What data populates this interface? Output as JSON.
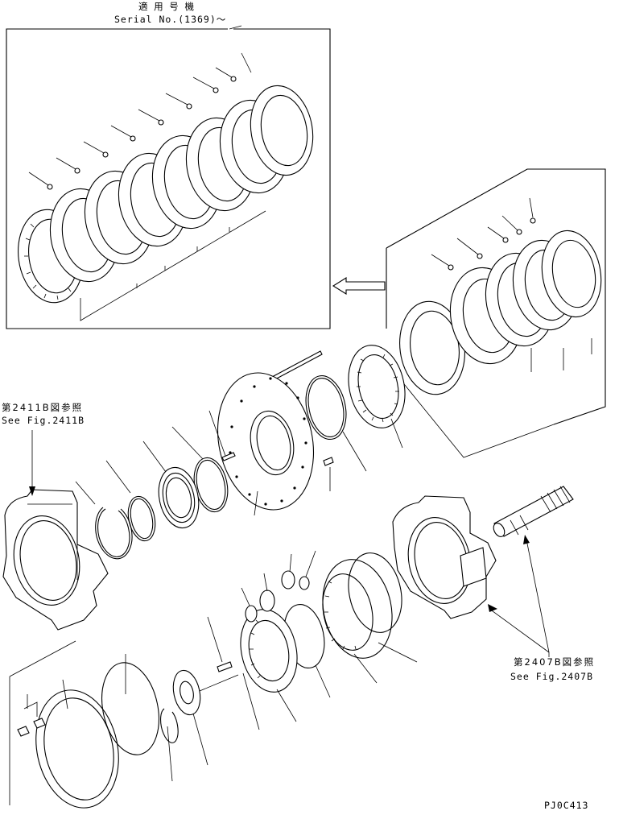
{
  "header": {
    "applicable_jp": "適 用 号 機",
    "serial": "Serial No.(1369)～"
  },
  "references": {
    "ref_2411_jp": "第2411B図参照",
    "ref_2411_en": "See Fig.2411B",
    "ref_2407_jp": "第2407B図参照",
    "ref_2407_en": "See Fig.2407B"
  },
  "footer": {
    "code": "PJ0C413"
  },
  "colors": {
    "ink": "#000000",
    "paper": "#ffffff"
  }
}
